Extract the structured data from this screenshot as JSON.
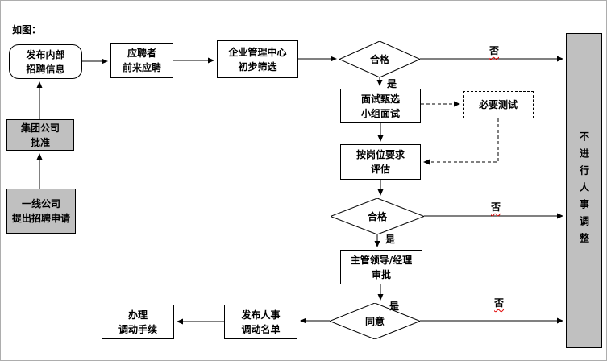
{
  "caption": "如图：",
  "nodes": {
    "publish_internal": "发布内部\n招聘信息",
    "group_approval": "集团公司\n批准",
    "frontline_request": "一线公司\n提出招聘申请",
    "applicants": "应聘者\n前来应聘",
    "center_screening": "企业管理中心\n初步筛选",
    "qualified1": "合格",
    "interview": "面试甄选\n小组面试",
    "necessary_test": "必要测试",
    "evaluation": "按岗位要求\n评估",
    "qualified2": "合格",
    "manager_approval": "主管领导/经理\n审批",
    "agree": "同意",
    "publish_transfer": "发布人事\n调动名单",
    "handle_transfer": "办理\n调动手续",
    "no_adjustment": "不进行人事调整"
  },
  "labels": {
    "yes1": "是",
    "no1": "否",
    "yes2": "是",
    "no2": "否",
    "yes3": "是",
    "no3": "否"
  },
  "colors": {
    "gray_fill": "#c0c0c0",
    "line": "#000000",
    "spellcheck_underline": "#e00000"
  }
}
